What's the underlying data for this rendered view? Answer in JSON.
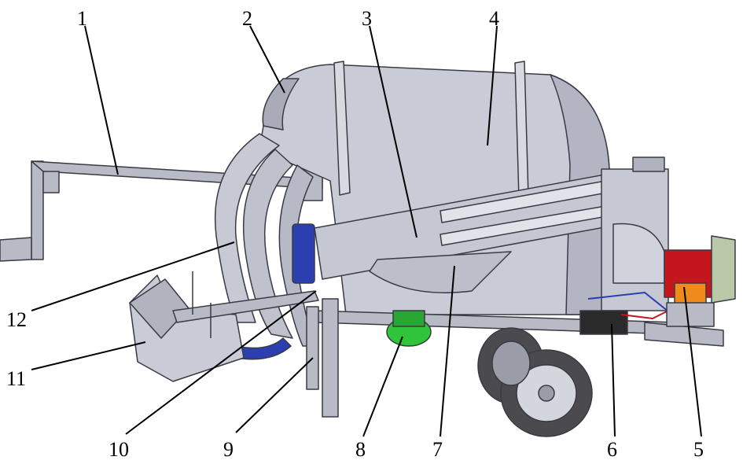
{
  "diagram": {
    "type": "machine-assembly-drawing",
    "callouts": [
      {
        "id": "1",
        "text": "1"
      },
      {
        "id": "2",
        "text": "2"
      },
      {
        "id": "3",
        "text": "3"
      },
      {
        "id": "4",
        "text": "4"
      },
      {
        "id": "5",
        "text": "5"
      },
      {
        "id": "6",
        "text": "6"
      },
      {
        "id": "7",
        "text": "7"
      },
      {
        "id": "8",
        "text": "8"
      },
      {
        "id": "9",
        "text": "9"
      },
      {
        "id": "10",
        "text": "10"
      },
      {
        "id": "11",
        "text": "11"
      },
      {
        "id": "12",
        "text": "12"
      }
    ],
    "colors": {
      "body": "#c9cbd6",
      "body_shade": "#a9abb8",
      "frame": "#b8bac6",
      "outline": "#3a3a44",
      "hydraulic_blue": "#2b3fb0",
      "pump_green": "#2fc43a",
      "engine_red": "#c4161c",
      "engine_orange": "#f08a1c",
      "battery_black": "#2a2a2a",
      "tire": "#4a4a4f"
    }
  }
}
